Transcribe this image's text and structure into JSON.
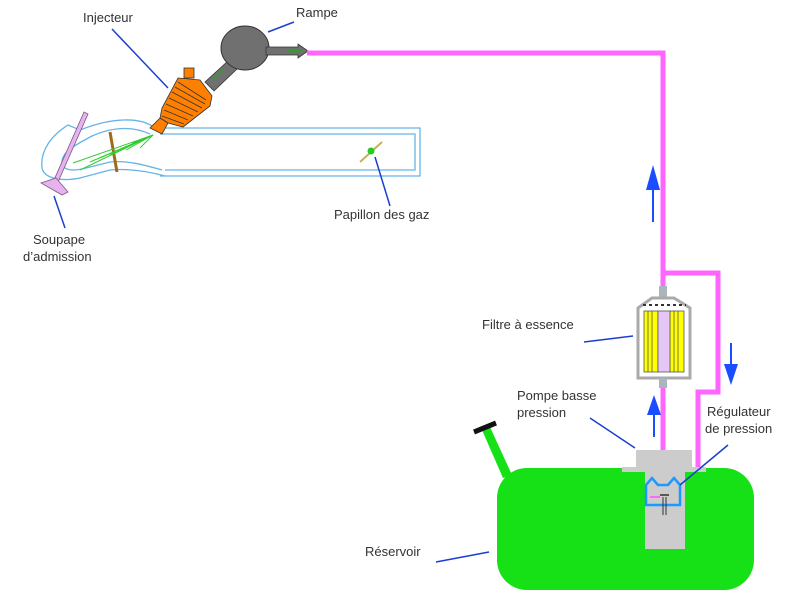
{
  "diagram": {
    "title": "Circuit d'injection d'essence",
    "labels": {
      "injecteur": "Injecteur",
      "rampe": "Rampe",
      "soupape_line1": "Soupape",
      "soupape_line2": "d’admission",
      "papillon": "Papillon des gaz",
      "filtre": "Filtre à essence",
      "pompe_line1": "Pompe basse",
      "pompe_line2": "pression",
      "regulateur_line1": "Régulateur",
      "regulateur_line2": "de pression",
      "reservoir": "Réservoir"
    },
    "colors": {
      "fuel_line": "#ff66ff",
      "flow_arrow": "#1a4dff",
      "leader_line": "#1a3fd0",
      "tank": "#16e016",
      "injector": "#ff8000",
      "rail": "#707070",
      "intake_outline": "#66b3e6",
      "pump_body": "#cccccc",
      "filter_element": "#ffff00",
      "filter_core": "#e6c6f6",
      "valve": "#e6b3f0",
      "spray": "#33cc33",
      "throttle": "#c8b060",
      "regulator": "#1a99ff"
    },
    "flow_arrows": [
      {
        "id": "supply-up-1",
        "direction": "up"
      },
      {
        "id": "supply-up-2",
        "direction": "up"
      },
      {
        "id": "return-down",
        "direction": "down"
      }
    ]
  }
}
